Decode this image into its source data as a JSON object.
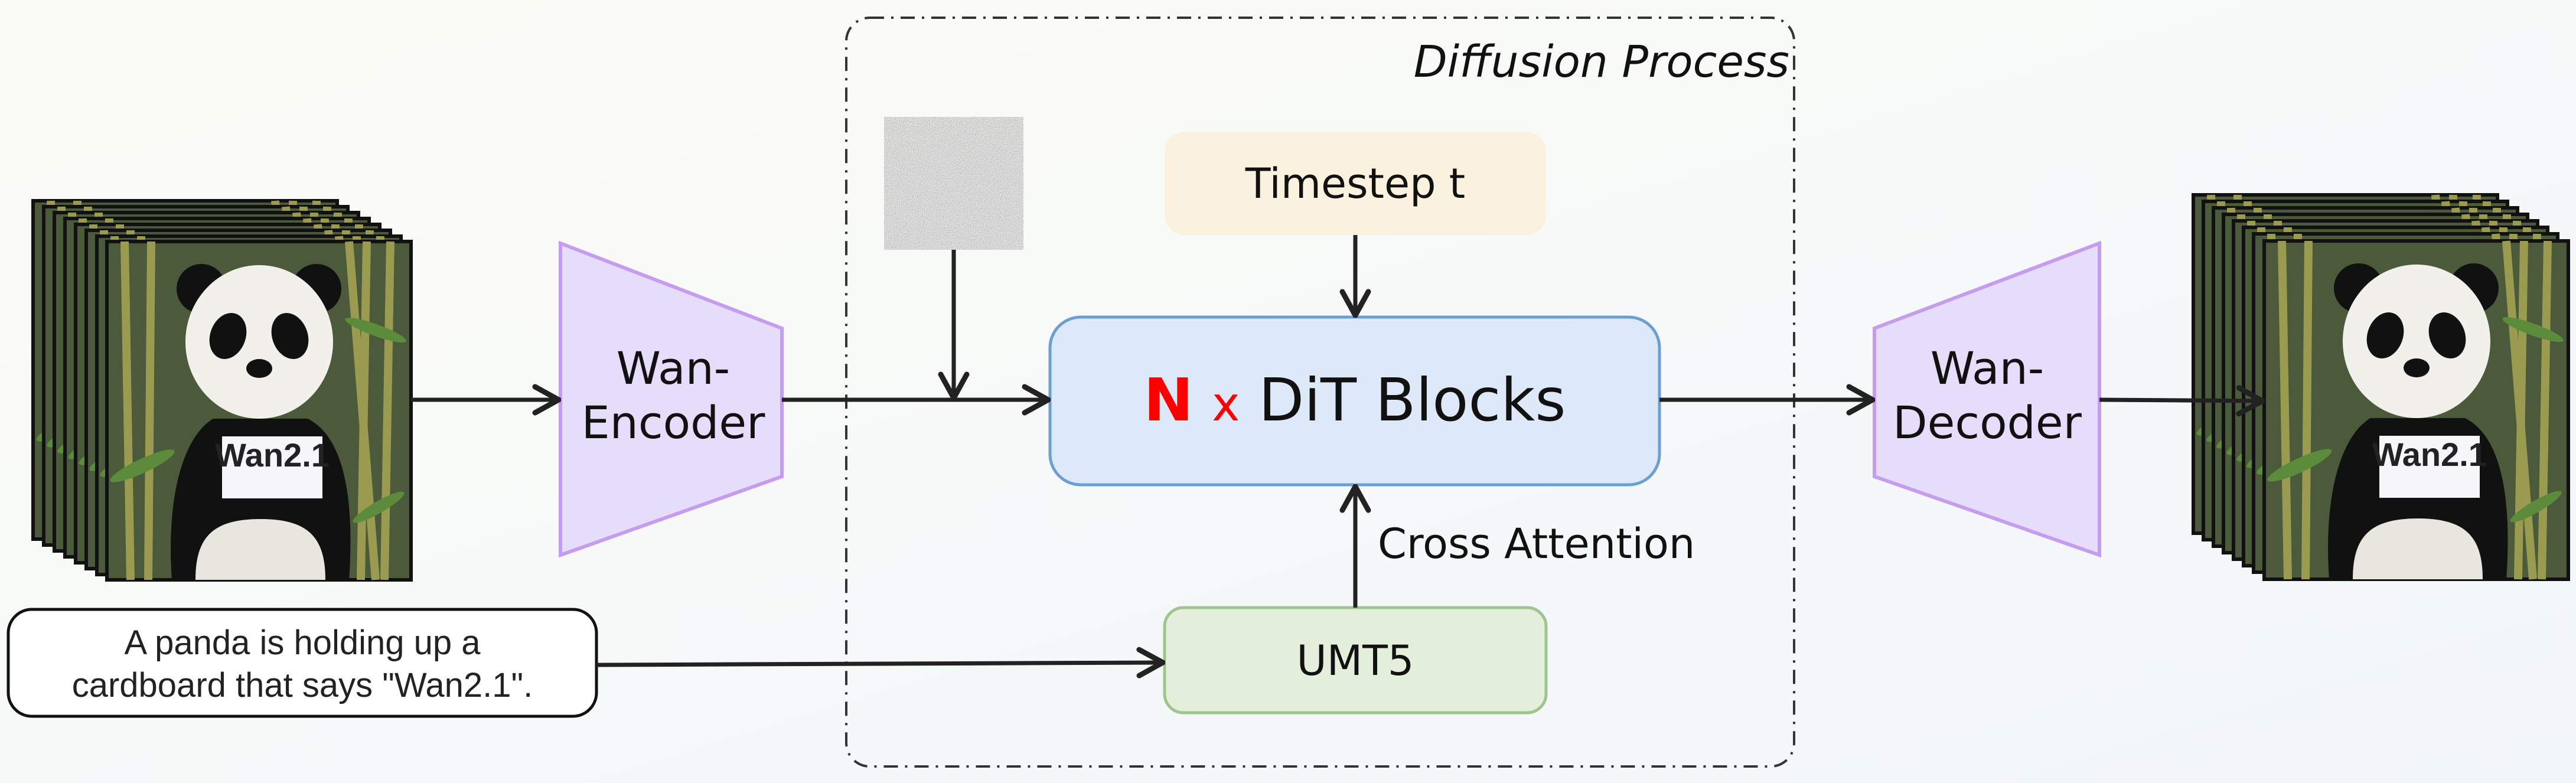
{
  "diagram": {
    "process_label": "Diffusion Process",
    "encoder_label_line1": "Wan-",
    "encoder_label_line2": "Encoder",
    "decoder_label_line1": "Wan-",
    "decoder_label_line2": "Decoder",
    "timestep_label": "Timestep t",
    "dit_label_n": "N",
    "dit_label_x": "x",
    "dit_label_rest": "DiT Blocks",
    "cross_attention_label": "Cross Attention",
    "text_encoder_label": "UMT5",
    "prompt_line1": "A panda is holding up a",
    "prompt_line2": "cardboard that says \"Wan2.1\".",
    "sign_text": "Wan2.1",
    "colors": {
      "encoder_fill": "#e6ddfb",
      "encoder_stroke": "#c59cf0",
      "dit_fill": "#dde9f9",
      "dit_stroke": "#6b9fd3",
      "timestep_fill": "#faf1df",
      "umt5_fill": "#e3efdb",
      "umt5_stroke": "#9fc48c",
      "n_highlight": "#ff0000"
    }
  }
}
